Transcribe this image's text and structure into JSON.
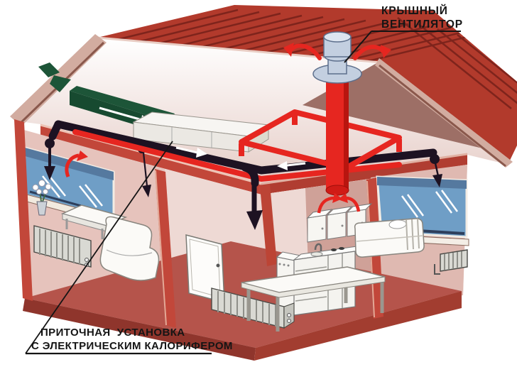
{
  "description": "Cutaway isometric illustration of a house mechanical ventilation system: roof exhaust fan, red exhaust duct loop, black supply ducts with room diffusers, green fresh-air intake, and a ceiling supply unit with electric heater.",
  "labels": {
    "roof_fan": {
      "line1": "КРЫШНЫЙ",
      "line2": "ВЕНТИЛЯТОР"
    },
    "supply_unit": {
      "line1": "ПРИТОЧНАЯ  УСТАНОВКА",
      "line2": "С ЭЛЕКТРИЧЕСКИМ КАЛОРИФЕРОМ"
    }
  },
  "colors": {
    "background": "#ffffff",
    "roof-red": "#b23a2c",
    "roof-stripe": "#7e241c",
    "verge": "#d2aca0",
    "attic-pink": "#e6cdc7",
    "roof-underside-mauve": "#9d6f66",
    "wall-red": "#c2473a",
    "wall-red-dark": "#b03d31",
    "floor-red": "#b5544b",
    "floor-front": "#8f352c",
    "interior-pink": "#ecd6d0",
    "window-blue": "#6f9ec6",
    "duct-black": "#1d1222",
    "duct-red": "#e62620",
    "duct-green": "#1d5538",
    "fan-blue": "#c3cfe0",
    "label-text": "#151515"
  },
  "components": [
    "roof-fan",
    "roof-exhaust-stack",
    "exhaust-duct-loop",
    "supply-duct-black",
    "intake-duct-green",
    "supply-unit-with-heater",
    "left-room-window",
    "right-room-window",
    "flower-pot",
    "sofa",
    "bed",
    "door",
    "radiators",
    "dining-table",
    "side-table",
    "wall-cabinets",
    "kitchen-counter",
    "washing-machine",
    "airflow-arrows"
  ]
}
